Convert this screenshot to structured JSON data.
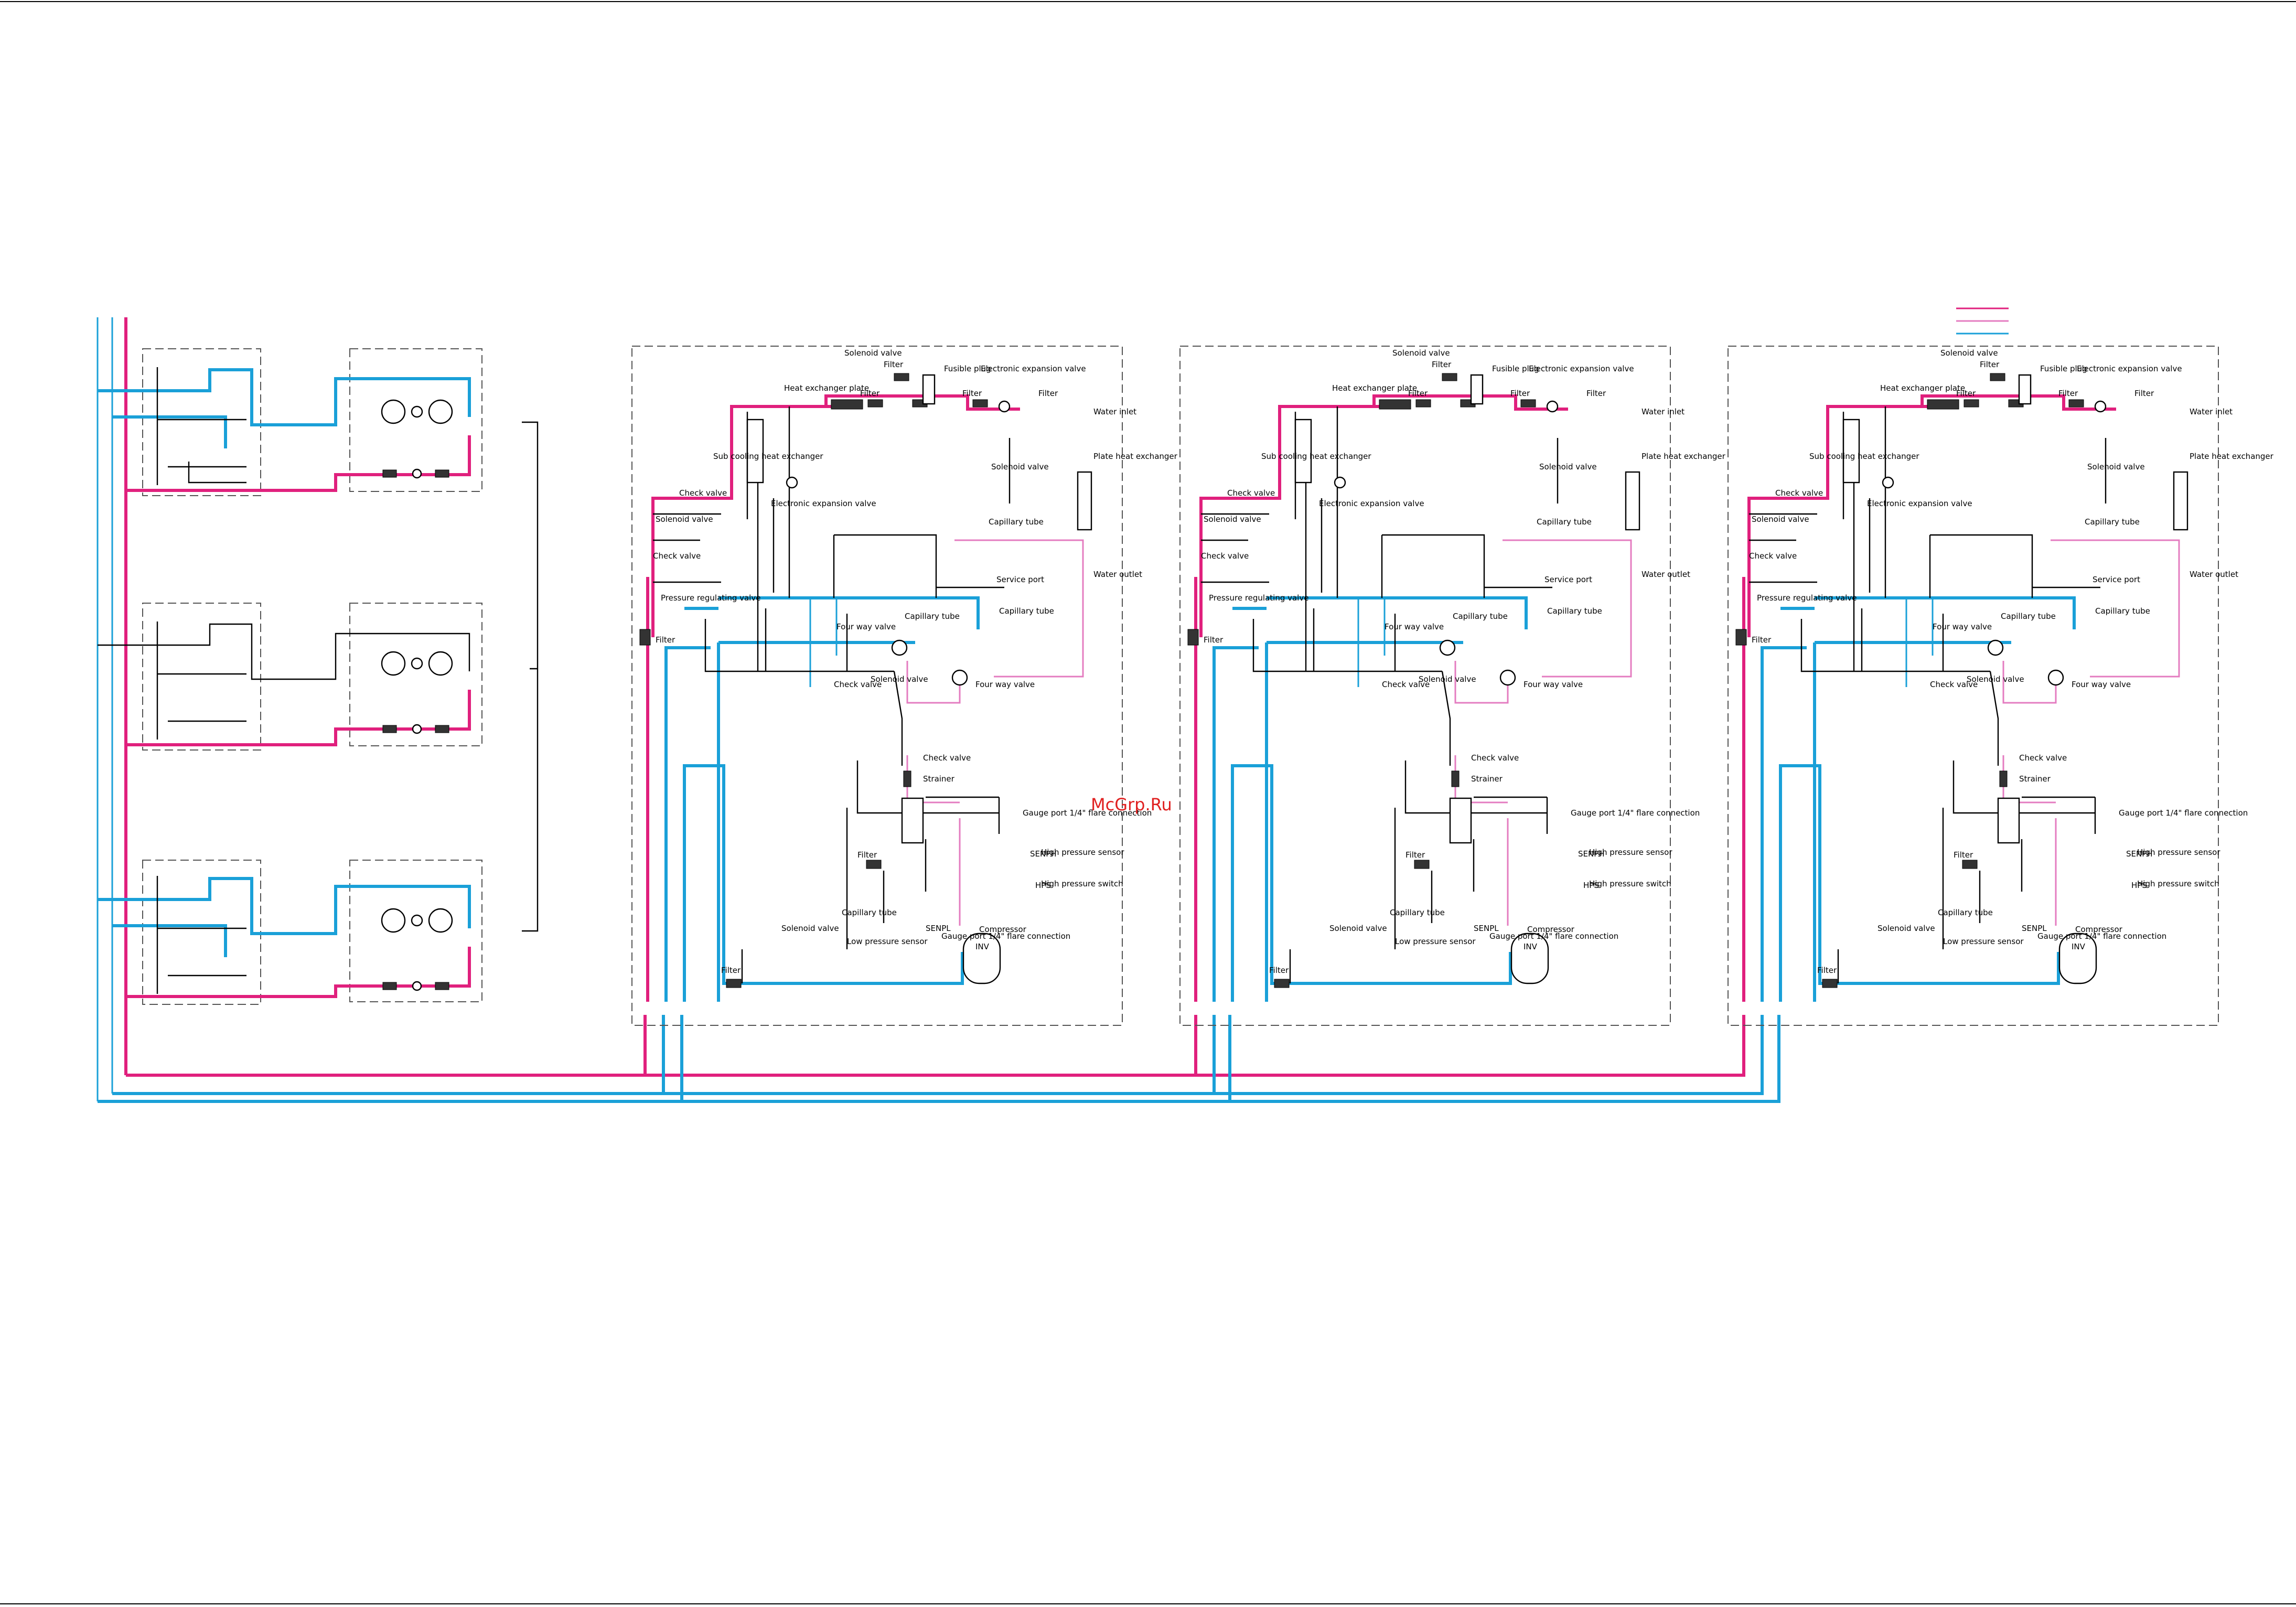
{
  "watermark": "McGrp.Ru",
  "legend_colors": [
    "#e0207d",
    "#e47cc0",
    "#1aa0d8"
  ],
  "outdoor_unit": {
    "labels": {
      "solenoid_valve_top": "Solenoid valve",
      "filter_top": "Filter",
      "fusible_plug": "Fusible plug",
      "electronic_expansion_valve_top": "Electronic expansion valve",
      "heat_exchanger_plate": "Heat exchanger plate",
      "filter_a": "Filter",
      "filter_b": "Filter",
      "filter_c": "Filter",
      "water_inlet": "Water inlet",
      "sub_cooling": "Sub cooling heat exchanger",
      "electronic_expansion_valve_mid": "Electronic expansion valve",
      "solenoid_valve_right": "Solenoid valve",
      "plate_heat_exchanger": "Plate heat exchanger",
      "check_valve_a": "Check valve",
      "solenoid_valve_left": "Solenoid valve",
      "capillary_tube_a": "Capillary tube",
      "check_valve_b": "Check valve",
      "service_port": "Service port",
      "water_outlet": "Water outlet",
      "pressure_regulating_valve": "Pressure regulating valve",
      "filter_left": "Filter",
      "capillary_tube_b": "Capillary tube",
      "capillary_tube_c": "Capillary tube",
      "four_way_valve_a": "Four way valve",
      "four_way_valve_b": "Four way valve",
      "check_valve_c": "Check valve",
      "solenoid_valve_c": "Solenoid valve",
      "check_valve_d": "Check valve",
      "strainer": "Strainer",
      "gauge_port_top": "Gauge port 1/4\" flare connection",
      "high_pressure_sensor": "High pressure sensor",
      "senph": "SENPH",
      "high_pressure_switch": "High pressure switch",
      "hps": "HPS",
      "filter_mid": "Filter",
      "solenoid_valve_low": "Solenoid valve",
      "capillary_tube_low": "Capillary tube",
      "low_pressure_sensor": "Low pressure sensor",
      "senpl": "SENPL",
      "gauge_port_low": "Gauge port 1/4\" flare connection",
      "compressor": "Compressor",
      "inv": "INV",
      "filter_bottom": "Filter"
    }
  }
}
